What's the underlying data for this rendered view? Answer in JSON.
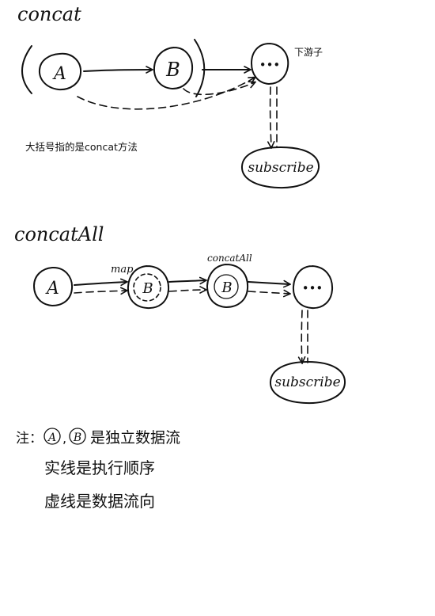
{
  "concat_section": {
    "title": "concat",
    "node_a": "A",
    "node_b": "B",
    "ellipsis": "•••",
    "ellipsis_caption": "下游子",
    "subscribe": "subscribe",
    "paren_caption": "大括号指的是concat方法"
  },
  "concatall_section": {
    "title": "concatAll",
    "node_a": "A",
    "node_b_map": "B",
    "map_label": "map",
    "node_b_concatall": "B",
    "concatall_label": "concatAll",
    "ellipsis": "•••",
    "subscribe": "subscribe"
  },
  "notes": {
    "prefix": "注：",
    "circled_a": "A",
    "separator": ",",
    "circled_b": "B",
    "line1_tail": "是独立数据流",
    "line2": "实线是执行顺序",
    "line3": "虚线是数据流向"
  }
}
